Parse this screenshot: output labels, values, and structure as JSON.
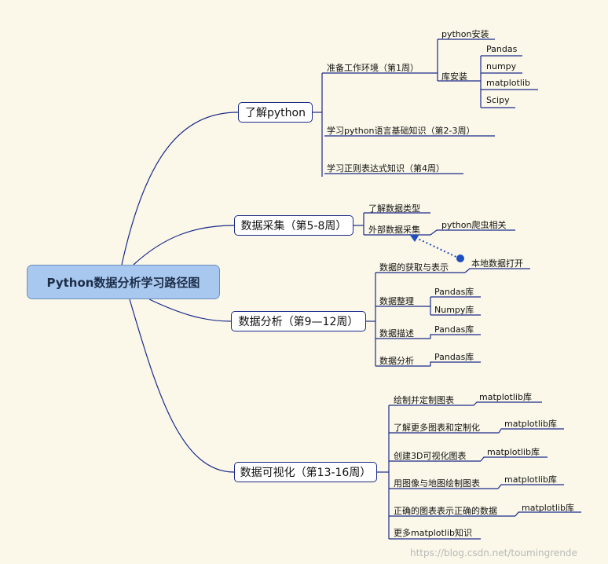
{
  "root": {
    "label": "Python数据分析学习路径图"
  },
  "branches": [
    {
      "label": "了解python",
      "children": [
        {
          "label": "准备工作环境（第1周）",
          "children": [
            {
              "label": "python安装"
            },
            {
              "label": "库安装",
              "children": [
                {
                  "label": "Pandas"
                },
                {
                  "label": "numpy"
                },
                {
                  "label": "matplotlib"
                },
                {
                  "label": "Scipy"
                }
              ]
            }
          ]
        },
        {
          "label": "学习python语言基础知识（第2-3周）"
        },
        {
          "label": "学习正则表达式知识（第4周）"
        }
      ]
    },
    {
      "label": "数据采集（第5-8周）",
      "children": [
        {
          "label": "了解数据类型"
        },
        {
          "label": "外部数据采集",
          "children": [
            {
              "label": "python爬虫相关"
            }
          ]
        }
      ]
    },
    {
      "label": "数据分析（第9—12周）",
      "children": [
        {
          "label": "数据的获取与表示",
          "children": [
            {
              "label": "本地数据打开"
            }
          ]
        },
        {
          "label": "数据整理",
          "children": [
            {
              "label": "Pandas库"
            },
            {
              "label": "Numpy库"
            }
          ]
        },
        {
          "label": "数据描述",
          "children": [
            {
              "label": "Pandas库"
            }
          ]
        },
        {
          "label": "数据分析",
          "children": [
            {
              "label": "Pandas库"
            }
          ]
        }
      ]
    },
    {
      "label": "数据可视化（第13-16周）",
      "children": [
        {
          "label": "绘制并定制图表",
          "children": [
            {
              "label": "matplotlib库"
            }
          ]
        },
        {
          "label": "了解更多图表和定制化",
          "children": [
            {
              "label": "matplotlib库"
            }
          ]
        },
        {
          "label": "创建3D可视化图表",
          "children": [
            {
              "label": "matplotlib库"
            }
          ]
        },
        {
          "label": "用图像与地图绘制图表",
          "children": [
            {
              "label": "matplotlib库"
            }
          ]
        },
        {
          "label": "正确的图表表示正确的数据",
          "children": [
            {
              "label": "matplotlib库"
            }
          ]
        },
        {
          "label": "更多matplotlib知识"
        }
      ]
    }
  ],
  "watermark": "https://blog.csdn.net/toumingrende",
  "colors": {
    "background": "#fbf8e9",
    "root_fill": "#a9c8ef",
    "line": "#1a2a8a",
    "relation": "#1f4fbf"
  }
}
